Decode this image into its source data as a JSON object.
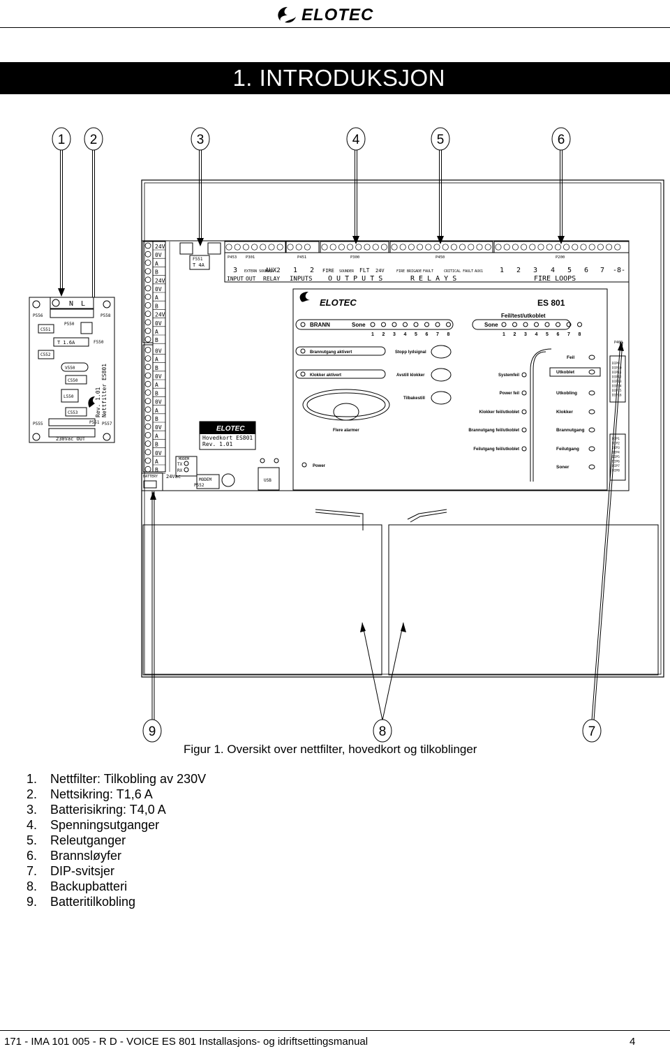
{
  "header": {
    "logo_text": "ELOTEC"
  },
  "title": "1. INTRODUKSJON",
  "figure": {
    "callouts_top": [
      "1",
      "2",
      "3",
      "4",
      "5",
      "6"
    ],
    "callouts_bottom": [
      "9",
      "8",
      "7"
    ],
    "filter_board": {
      "terminal_labels": [
        "N",
        "L"
      ],
      "labels": [
        "P556",
        "P558",
        "C551",
        "P550",
        "T 1.6A",
        "F550",
        "C552",
        "V550",
        "C550",
        "L550",
        "C553",
        "P555",
        "P551",
        "P557",
        "230Vac OUT"
      ],
      "vertical_text": [
        "Nettfilter ES801",
        "Rev. 1.01"
      ]
    },
    "main_board": {
      "left_terminals": [
        "24V",
        "0V",
        "A",
        "B",
        "24V",
        "0V",
        "A",
        "B",
        "24V",
        "0V",
        "A",
        "B",
        "0V",
        "A",
        "B",
        "0V",
        "A",
        "B",
        "0V",
        "A",
        "B",
        "0V",
        "A",
        "B",
        "0V",
        "A",
        "B"
      ],
      "top_row_labels": [
        "P453",
        "P301",
        "P451",
        "P300",
        "P450",
        "P200"
      ],
      "top_group_labels": [
        "3",
        "EXTERN SOUNDER",
        "AUX2",
        "1",
        "2",
        "FIRE",
        "SOUNDER",
        "FLT",
        "24V",
        "FIRE BRIGADE",
        "FAULT",
        "CRITICAL FAULT",
        "AUX1",
        "1",
        "2",
        "3",
        "4",
        "5",
        "6",
        "7",
        "-8-"
      ],
      "section_labels": [
        "INPUT",
        "OUT",
        "RELAY",
        "INPUTS",
        "O U T P U T S",
        "R E L A Y S",
        "FIRE LOOPS"
      ],
      "fuse_labels": [
        "F551",
        "T 4A"
      ],
      "board_name": "Hovedkort ES801",
      "board_rev": "Rev. 1.01",
      "modem_labels": [
        "MODEM",
        "TX",
        "RX",
        "P552"
      ],
      "battery_labels": [
        "BATTERY",
        "24Vac",
        "USB"
      ]
    },
    "panel": {
      "brand": "ELOTEC",
      "model": "ES 801",
      "header_right": "Feil/test/utkoblet",
      "brann": "BRANN",
      "sone": "Sone",
      "zone_numbers": [
        "1",
        "2",
        "3",
        "4",
        "5",
        "6",
        "7",
        "8"
      ],
      "left_indicators": [
        "Brannutgang aktivert",
        "Klokker aktivert"
      ],
      "center_buttons": [
        "Stopp lydsignal",
        "Avstill klokker",
        "Tilbakestill"
      ],
      "flere_alarmer": "Flere alarmer",
      "power": "Power",
      "fault_indicators": [
        "Systemfeil",
        "Power feil",
        "Klokker feil/utkoblet",
        "Brannutgang feil/utkoblet",
        "Feilutgang feil/utkoblet"
      ],
      "right_buttons": [
        "Feil",
        "Utkoblet",
        "Utkobling",
        "Klokker",
        "Brannutgang",
        "Feilutgang",
        "Soner"
      ],
      "dip_switches_top": [
        "P400",
        "DIP9",
        "DIP10",
        "DIP11",
        "DIP12",
        "DIP13",
        "DIP14",
        "DIP15",
        "DIP16"
      ],
      "dip_switches_bottom": [
        "DIP1",
        "DIP2",
        "DIP3",
        "DIP4",
        "DIP5",
        "DIP6",
        "DIP7",
        "DIP8"
      ]
    }
  },
  "caption": "Figur 1.  Oversikt over nettfilter, hovedkort og tilkoblinger",
  "legend": [
    {
      "num": "1.",
      "text": "Nettfilter: Tilkobling av 230V"
    },
    {
      "num": "2.",
      "text": "Nettsikring: T1,6 A"
    },
    {
      "num": "3.",
      "text": "Batterisikring: T4,0 A"
    },
    {
      "num": "4.",
      "text": "Spenningsutganger"
    },
    {
      "num": "5.",
      "text": "Releutganger"
    },
    {
      "num": "6.",
      "text": "Brannsløyfer"
    },
    {
      "num": "7.",
      "text": "DIP-svitsjer"
    },
    {
      "num": "8.",
      "text": "Backupbatteri"
    },
    {
      "num": "9.",
      "text": "Batteritilkobling"
    }
  ],
  "footer": {
    "text": "171 - IMA 101 005 - R D - VOICE ES 801 Installasjons- og idriftsettingsmanual",
    "page": "4"
  }
}
